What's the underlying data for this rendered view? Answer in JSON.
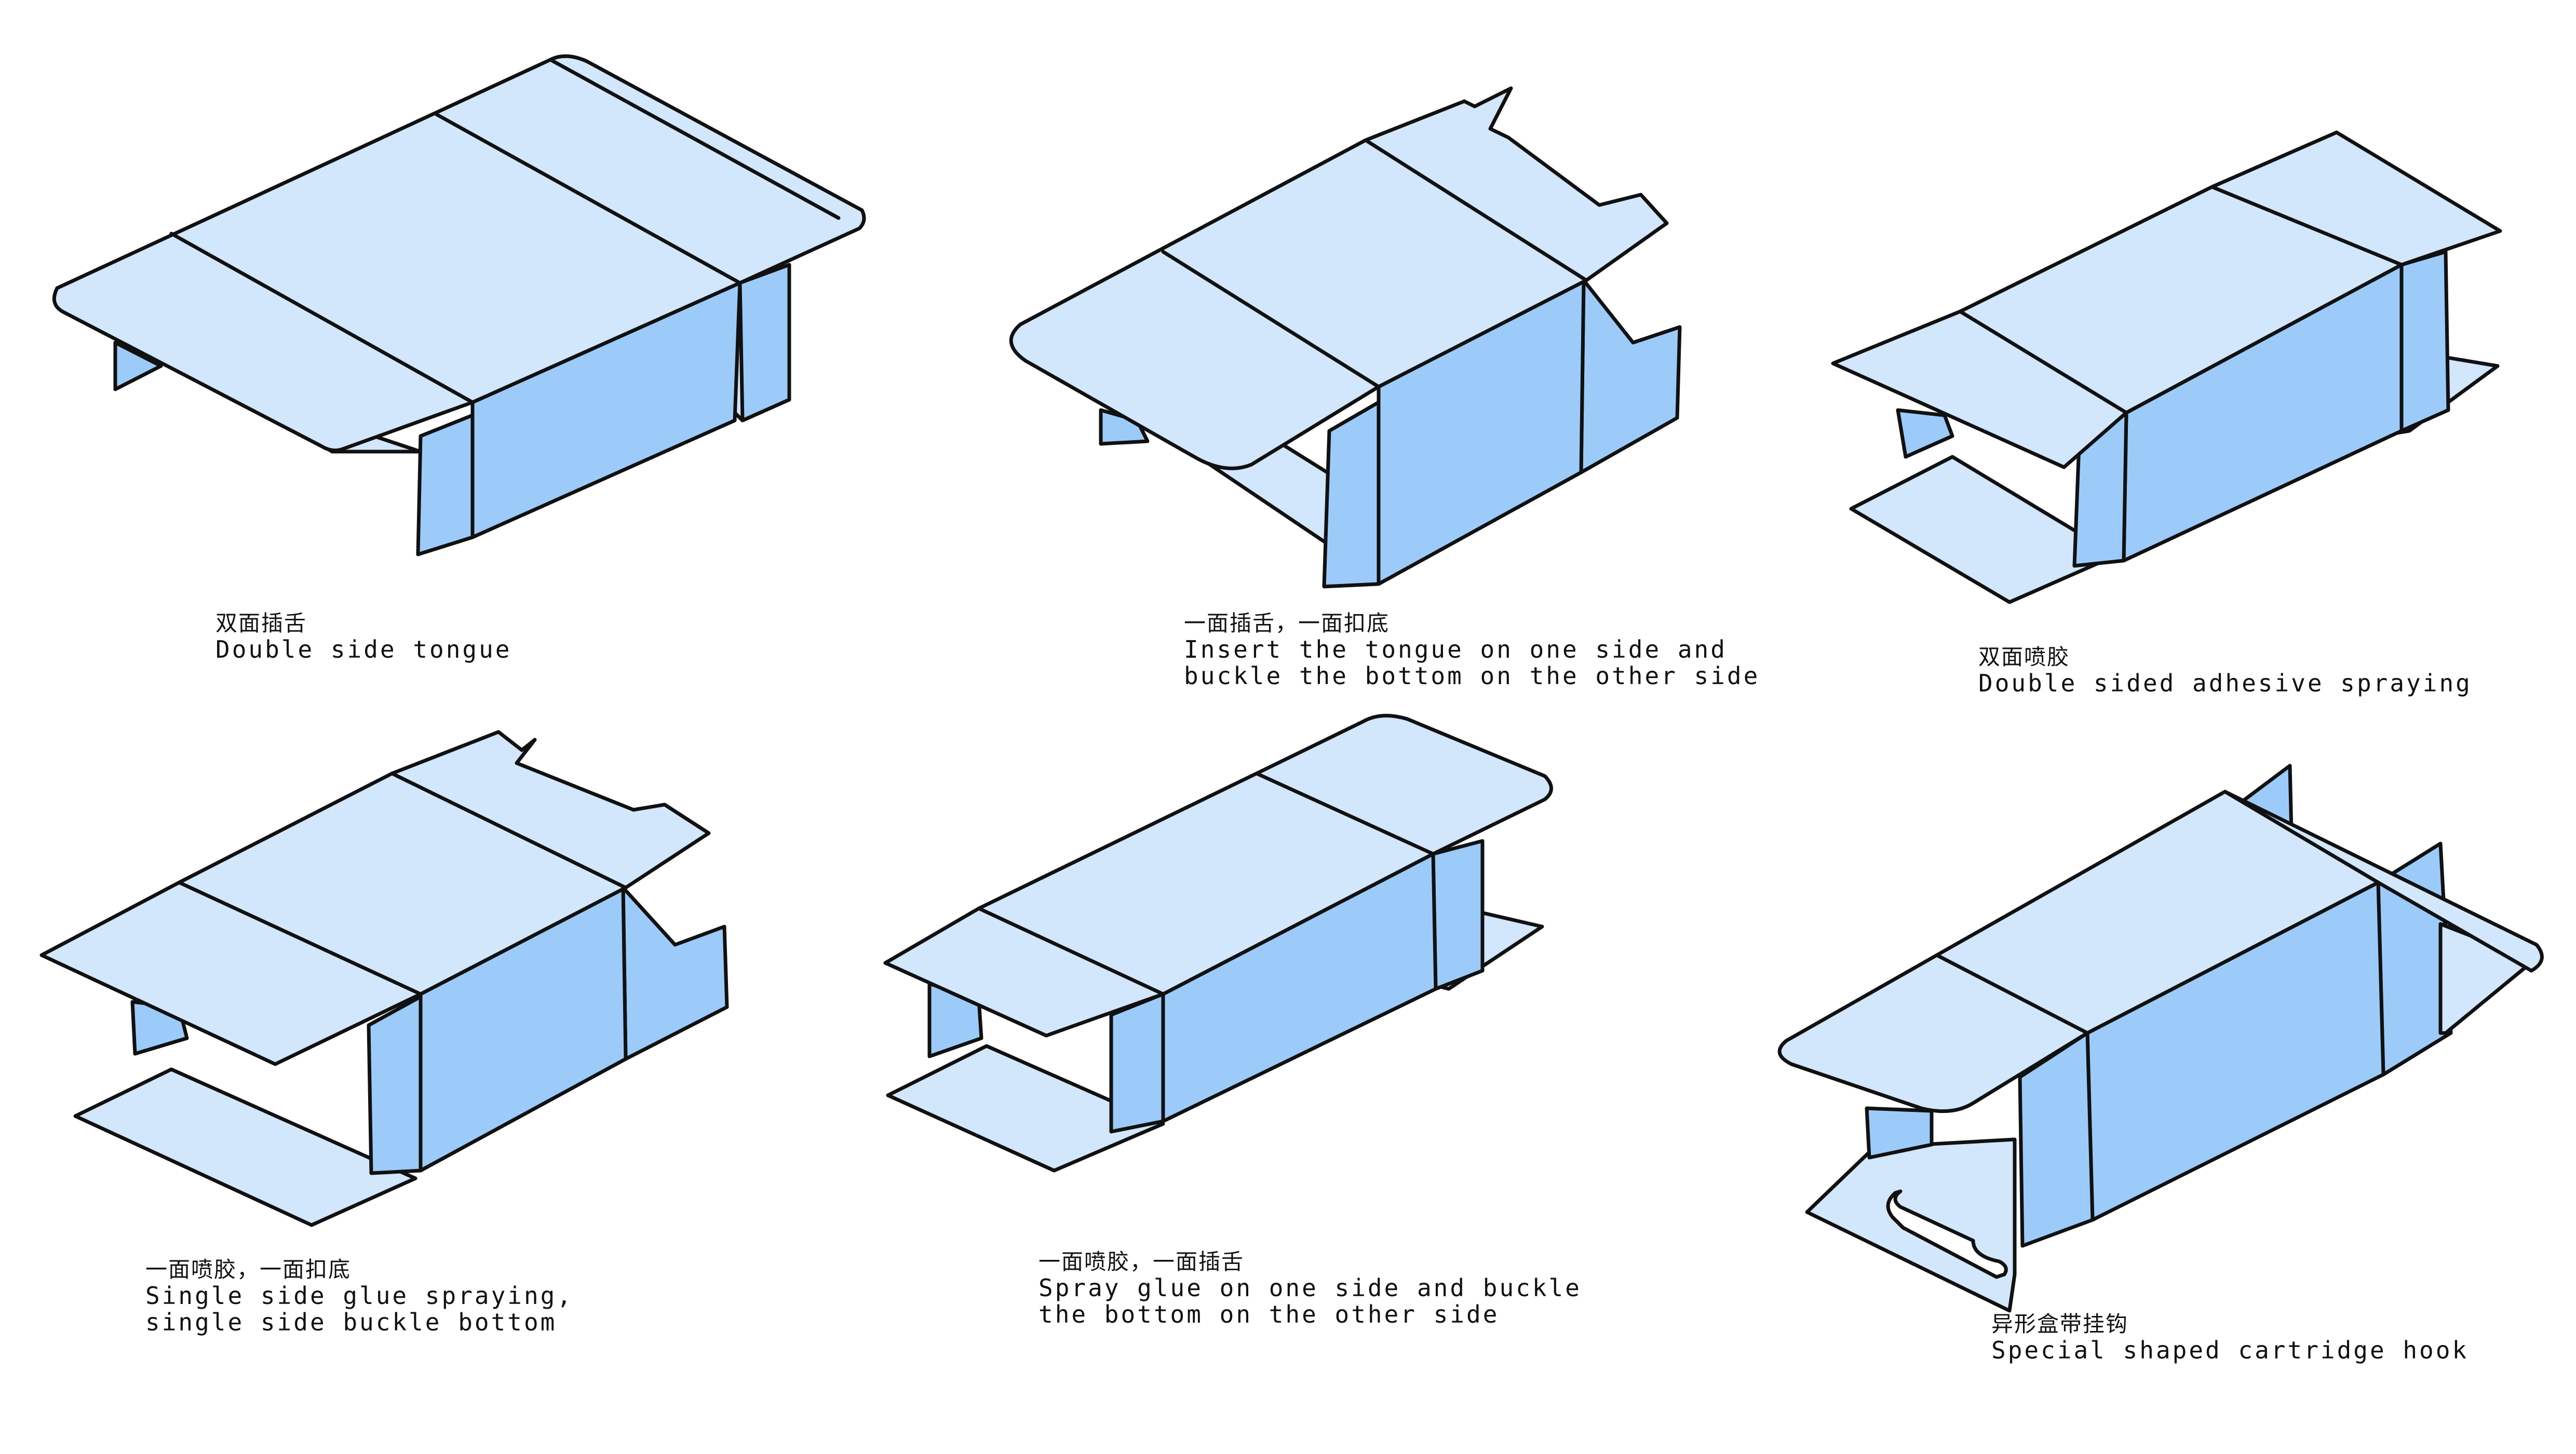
{
  "colors": {
    "face_light": "#d2e6fc",
    "face_mid": "#9ccbfa",
    "outline": "#111111",
    "background": "#ffffff"
  },
  "boxes": [
    {
      "zh": "双面插舌",
      "en": [
        "Double side tongue"
      ]
    },
    {
      "zh": "一面插舌，一面扣底",
      "en": [
        "Insert the tongue on one side and",
        "buckle the bottom on the other side"
      ]
    },
    {
      "zh": "双面喷胶",
      "en": [
        "Double sided adhesive spraying"
      ]
    },
    {
      "zh": "一面喷胶，一面扣底",
      "en": [
        "Single side glue spraying,",
        "single side buckle bottom"
      ]
    },
    {
      "zh": "一面喷胶，一面插舌",
      "en": [
        "Spray glue on one side and buckle",
        "the bottom on the other side"
      ]
    },
    {
      "zh": "异形盒带挂钩",
      "en": [
        "Special shaped cartridge hook"
      ]
    }
  ]
}
